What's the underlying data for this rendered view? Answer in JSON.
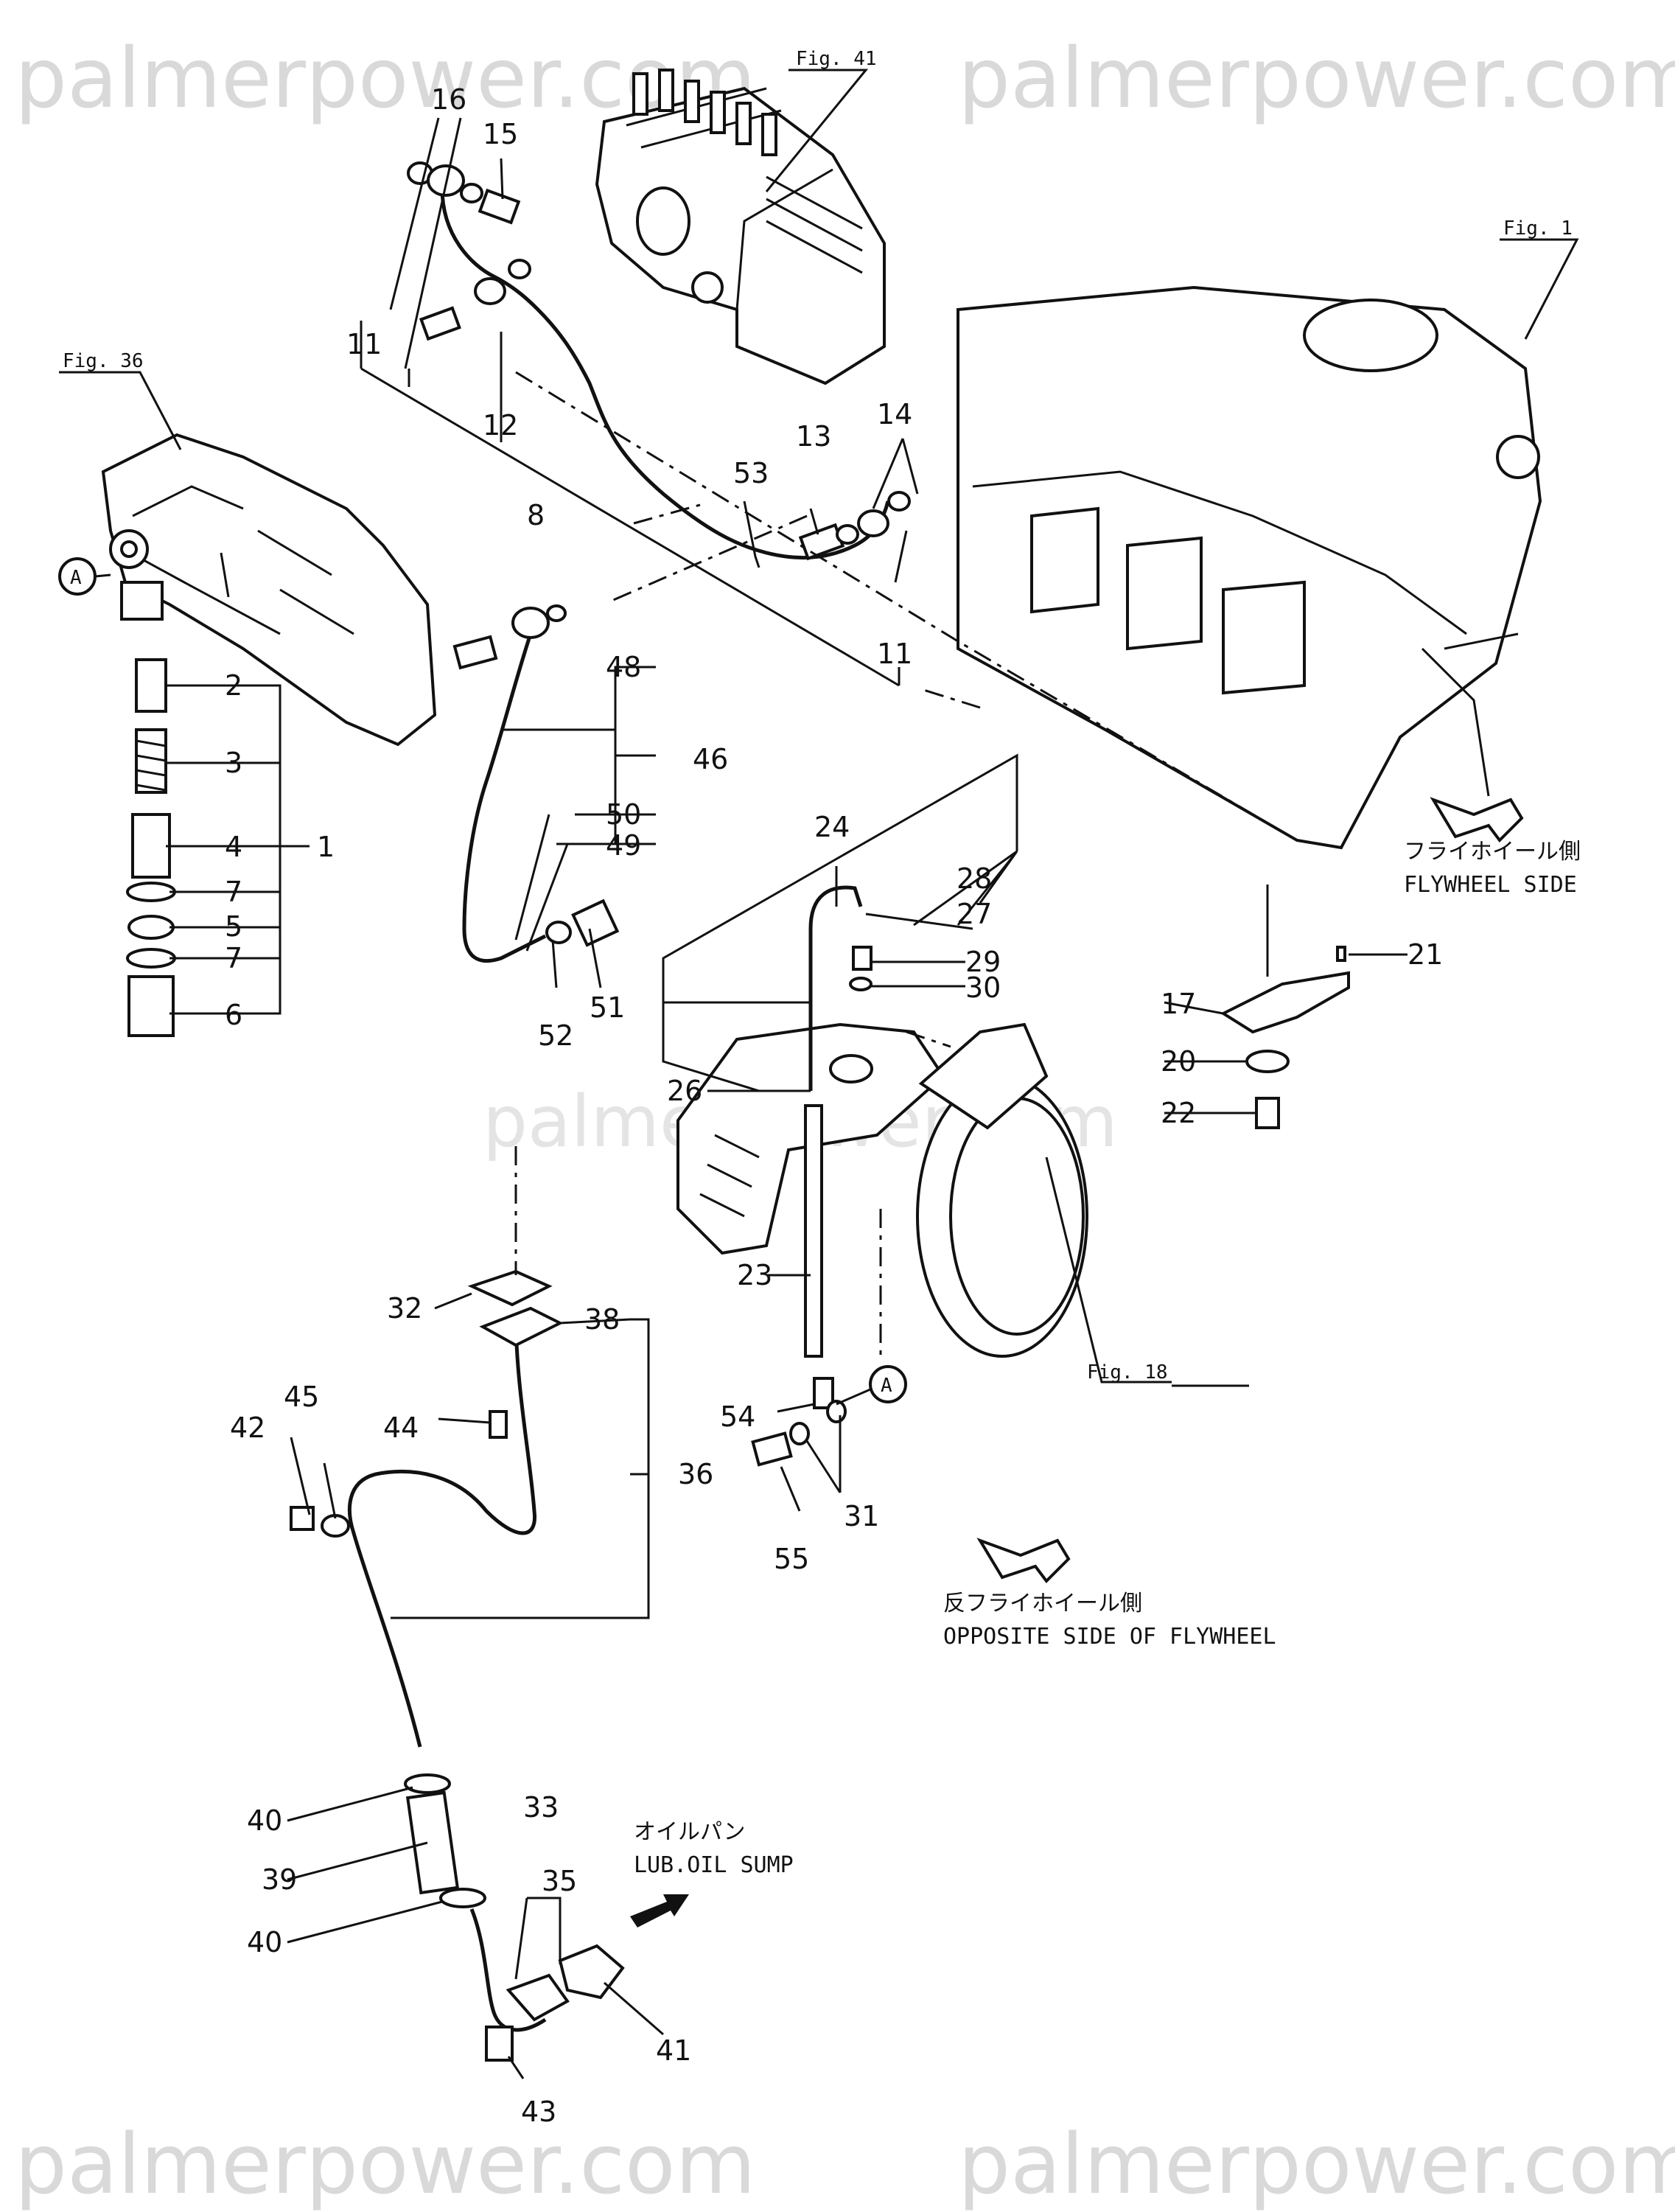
{
  "watermark": "palmerpower.com",
  "figure_refs": {
    "fig41": "Fig. 41",
    "fig36": "Fig. 36",
    "fig1": "Fig. 1",
    "fig18": "Fig. 18"
  },
  "circle_ref": "A",
  "directions": {
    "flywheel_jp": "フライホイール側",
    "flywheel_en": "FLYWHEEL SIDE",
    "opposite_jp": "反フライホイール側",
    "opposite_en": "OPPOSITE SIDE OF FLYWHEEL",
    "sump_jp": "オイルパン",
    "sump_en": "LUB.OIL SUMP"
  },
  "callouts": [
    {
      "id": "c1",
      "label": "1"
    },
    {
      "id": "c2",
      "label": "2"
    },
    {
      "id": "c3",
      "label": "3"
    },
    {
      "id": "c4",
      "label": "4"
    },
    {
      "id": "c5",
      "label": "5"
    },
    {
      "id": "c6",
      "label": "6"
    },
    {
      "id": "c7a",
      "label": "7"
    },
    {
      "id": "c7b",
      "label": "7"
    },
    {
      "id": "c8",
      "label": "8"
    },
    {
      "id": "c11a",
      "label": "11"
    },
    {
      "id": "c11b",
      "label": "11"
    },
    {
      "id": "c12",
      "label": "12"
    },
    {
      "id": "c13",
      "label": "13"
    },
    {
      "id": "c14",
      "label": "14"
    },
    {
      "id": "c15",
      "label": "15"
    },
    {
      "id": "c16",
      "label": "16"
    },
    {
      "id": "c17",
      "label": "17"
    },
    {
      "id": "c20",
      "label": "20"
    },
    {
      "id": "c21",
      "label": "21"
    },
    {
      "id": "c22",
      "label": "22"
    },
    {
      "id": "c23",
      "label": "23"
    },
    {
      "id": "c24",
      "label": "24"
    },
    {
      "id": "c26",
      "label": "26"
    },
    {
      "id": "c27",
      "label": "27"
    },
    {
      "id": "c28",
      "label": "28"
    },
    {
      "id": "c29",
      "label": "29"
    },
    {
      "id": "c30",
      "label": "30"
    },
    {
      "id": "c31",
      "label": "31"
    },
    {
      "id": "c32",
      "label": "32"
    },
    {
      "id": "c33",
      "label": "33"
    },
    {
      "id": "c35",
      "label": "35"
    },
    {
      "id": "c36",
      "label": "36"
    },
    {
      "id": "c38",
      "label": "38"
    },
    {
      "id": "c39",
      "label": "39"
    },
    {
      "id": "c40a",
      "label": "40"
    },
    {
      "id": "c40b",
      "label": "40"
    },
    {
      "id": "c41",
      "label": "41"
    },
    {
      "id": "c42",
      "label": "42"
    },
    {
      "id": "c43",
      "label": "43"
    },
    {
      "id": "c44",
      "label": "44"
    },
    {
      "id": "c45",
      "label": "45"
    },
    {
      "id": "c46",
      "label": "46"
    },
    {
      "id": "c48",
      "label": "48"
    },
    {
      "id": "c49",
      "label": "49"
    },
    {
      "id": "c50",
      "label": "50"
    },
    {
      "id": "c51",
      "label": "51"
    },
    {
      "id": "c52",
      "label": "52"
    },
    {
      "id": "c53",
      "label": "53"
    },
    {
      "id": "c54",
      "label": "54"
    },
    {
      "id": "c55",
      "label": "55"
    }
  ]
}
